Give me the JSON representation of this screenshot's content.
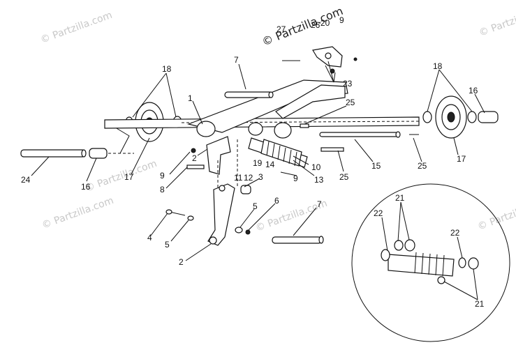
{
  "watermark": {
    "main": "© Partzilla.com",
    "repeat": "© Partzilla.com"
  },
  "callouts": [
    "27",
    "26",
    "20",
    "9",
    "7",
    "18",
    "1",
    "23",
    "25",
    "18",
    "16",
    "2",
    "9",
    "8",
    "24",
    "16",
    "17",
    "11",
    "12",
    "3",
    "19",
    "14",
    "10",
    "9",
    "13",
    "25",
    "15",
    "25",
    "17",
    "5",
    "6",
    "7",
    "4",
    "5",
    "2",
    "21",
    "22",
    "22",
    "21"
  ]
}
